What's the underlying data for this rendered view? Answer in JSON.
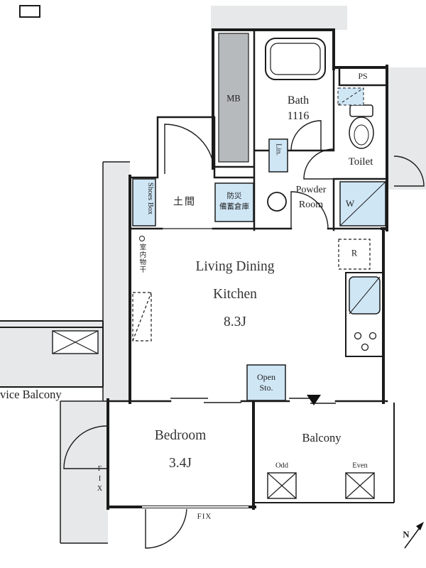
{
  "plan": {
    "rooms": {
      "ldk": {
        "line1": "Living Dining",
        "line2": "Kitchen",
        "size": "8.3J"
      },
      "bedroom": {
        "name": "Bedroom",
        "size": "3.4J"
      },
      "bath": {
        "name": "Bath",
        "size": "1116"
      },
      "toilet": {
        "name": "Toilet"
      },
      "powder_room": {
        "line1": "Powder",
        "line2": "Room"
      },
      "entrance_doma": {
        "name": "土間"
      },
      "balcony": {
        "name": "Balcony"
      },
      "service_balcony": {
        "name": "vice Balcony"
      },
      "meter_box": {
        "name": "MB"
      },
      "pipe_space": {
        "name": "PS"
      }
    },
    "fixtures": {
      "linen": {
        "name": "Lin."
      },
      "washer": {
        "name": "W"
      },
      "refrigerator": {
        "name": "R"
      },
      "shoes_box": {
        "name": "Shoes Box"
      },
      "disaster_storage": {
        "line1": "防災",
        "line2": "備蓄倉庫"
      },
      "open_storage": {
        "line1": "Open",
        "line2": "Sto."
      },
      "indoor_drying": {
        "name": "室内物干"
      },
      "laundry_pole_odd": {
        "name": "Odd"
      },
      "laundry_pole_even": {
        "name": "Even"
      }
    },
    "annotations": {
      "fix_left": "FIX",
      "fix_bottom": "FIX",
      "north": "N"
    },
    "colors": {
      "wall": "#1b1b1b",
      "common_area": "#e6e8e9",
      "highlight": "#cfe6f5",
      "meter_box": "#b6babd"
    }
  }
}
